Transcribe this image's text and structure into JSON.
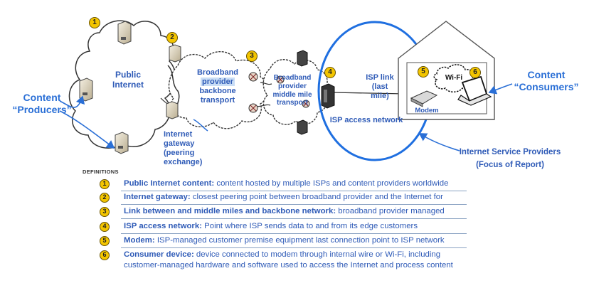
{
  "diagram_labels": {
    "public_internet": "Public Internet",
    "content_producers_1": "Content",
    "content_producers_2": "“Producers”",
    "broadband_1": "Broadband",
    "broadband_2": "provider",
    "broadband_3": "backbone",
    "broadband_4": "transport",
    "middle_mile_1": "Broadband",
    "middle_mile_2": "provider",
    "middle_mile_3": "middle mile",
    "middle_mile_4": "transport",
    "isp_link_1": "ISP link",
    "isp_link_2": "(last",
    "isp_link_3": "mile)",
    "isp_access_network": "ISP access network",
    "internet_gateway_1": "Internet",
    "internet_gateway_2": "gateway",
    "internet_gateway_3": "(peering",
    "internet_gateway_4": "exchange)",
    "wifi": "Wi-Fi",
    "modem": "Modem",
    "content_consumers_1": "Content",
    "content_consumers_2": "“Consumers”",
    "isp_providers_1": "Internet Service Providers",
    "isp_providers_2": "(Focus of Report)"
  },
  "markers": [
    "1",
    "2",
    "3",
    "4",
    "5",
    "6"
  ],
  "definitions_heading": "DEFINITIONS",
  "definitions": [
    {
      "num": "1",
      "term": "Public Internet content:",
      "text": " content hosted by multiple ISPs and content providers worldwide"
    },
    {
      "num": "2",
      "term": "Internet gateway:",
      "text": "  closest peering point between broadband provider and the Internet for"
    },
    {
      "num": "3",
      "term": "Link between and middle miles and backbone network:",
      "text": " broadband provider managed"
    },
    {
      "num": "4",
      "term": "ISP access network:",
      "text": "  Point where ISP sends data to and from its edge customers"
    },
    {
      "num": "5",
      "term": "Modem:",
      "text": "  ISP-managed customer premise equipment last connection point to ISP network"
    },
    {
      "num": "6",
      "term": "Consumer device:",
      "text": "  device connected to modem through internal wire or Wi-Fi, including customer-managed hardware and software used to access the Internet and process content"
    }
  ],
  "colors": {
    "label_blue": "#2f5bb7",
    "accent_blue": "#2a6fd6",
    "circle_blue": "#1f6fe0",
    "marker_yellow": "#f3c500"
  },
  "icons": [
    "server-icon",
    "router-icon",
    "modem-icon",
    "laptop-icon",
    "house-icon",
    "cloud-icon"
  ]
}
